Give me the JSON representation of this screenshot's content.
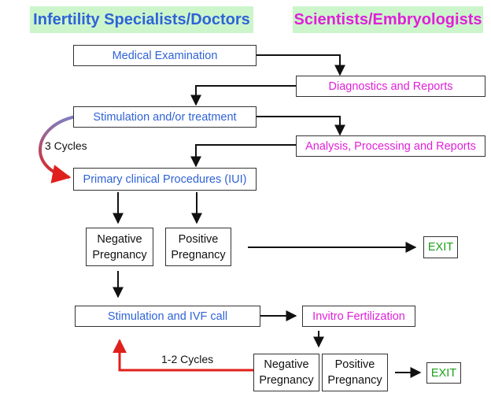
{
  "headers": {
    "left": "Infertility Specialists/Doctors",
    "right": "Scientists/Embryologists"
  },
  "boxes": {
    "medical_exam": "Medical Examination",
    "diagnostics": "Diagnostics and Reports",
    "stimulation": "Stimulation and/or treatment",
    "analysis": "Analysis, Processing and Reports",
    "primary_procedures": "Primary clinical Procedures (IUI)",
    "negative_1": "Negative\nPregnancy",
    "positive_1": "Positive\nPregnancy",
    "exit_1": "EXIT",
    "stim_ivf": "Stimulation and IVF call",
    "invitro": "Invitro Fertilization",
    "negative_2": "Negative\nPregnancy",
    "positive_2": "Positive\nPregnancy",
    "exit_2": "EXIT"
  },
  "labels": {
    "three_cycles": "3 Cycles",
    "one_two_cycles": "1-2 Cycles"
  },
  "colors": {
    "header_bg": "#ccf5cc",
    "doctor_text": "#2f63d6",
    "scientist_text": "#e020d8",
    "exit_text": "#1aa01a",
    "loop_arrow": "#e0201c"
  }
}
